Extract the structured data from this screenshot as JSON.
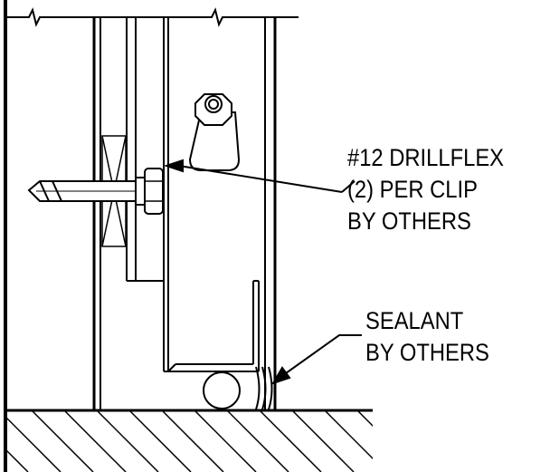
{
  "callouts": {
    "drillflex": {
      "lines": [
        "#12 DRILLFLEX",
        "(2) PER CLIP",
        "BY OTHERS"
      ]
    },
    "sealant": {
      "lines": [
        "SEALANT",
        "BY OTHERS"
      ]
    }
  },
  "colors": {
    "line": "#000000",
    "background": "#ffffff"
  }
}
